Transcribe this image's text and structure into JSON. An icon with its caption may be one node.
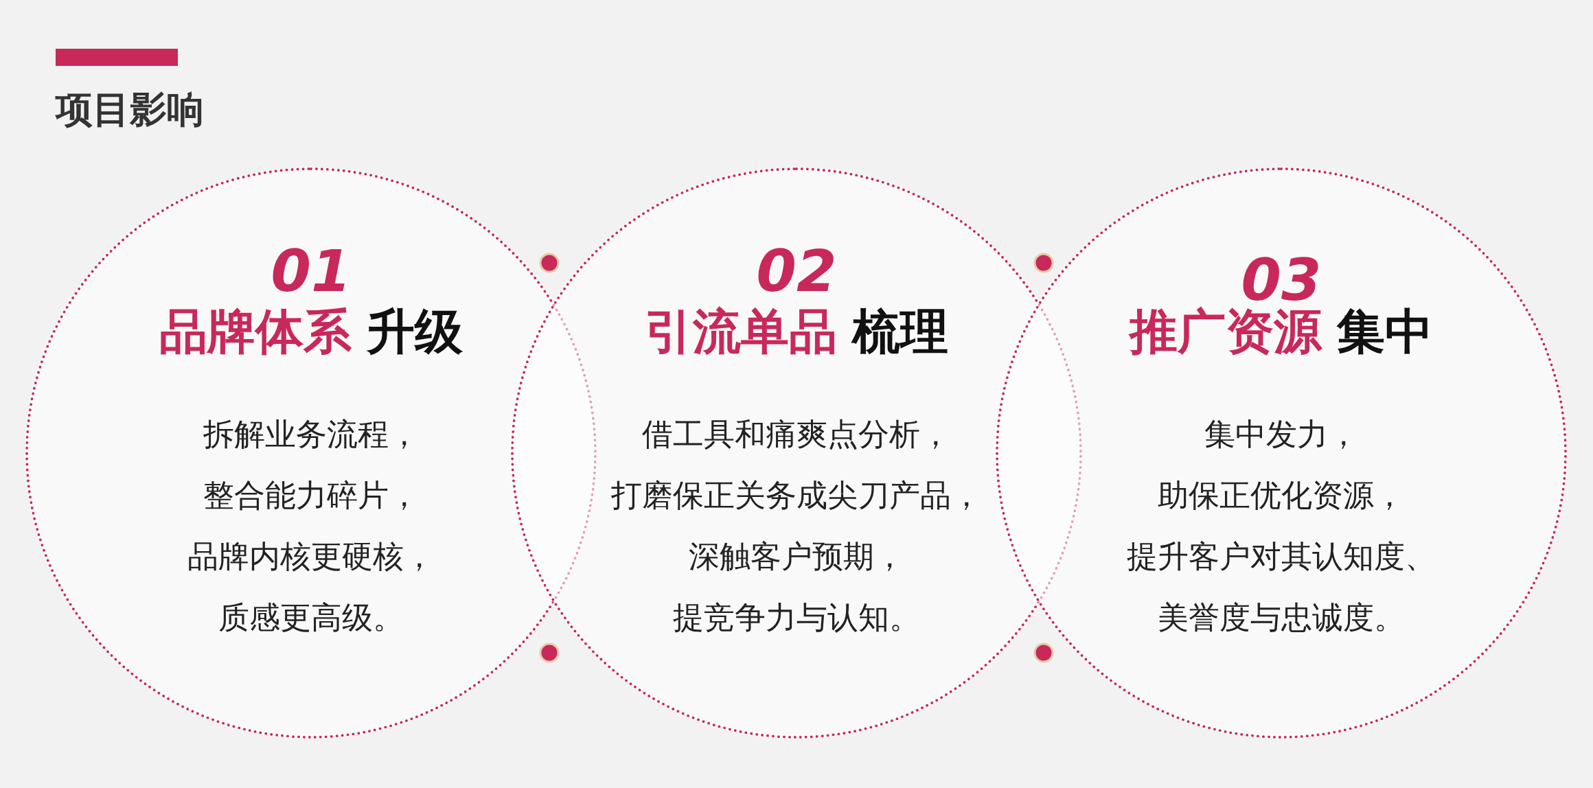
{
  "diagram": {
    "title": "项目影响",
    "nodes": [
      {
        "text": [
          "01",
          "品牌体系",
          "升级",
          "拆解业务流程，整合能力碎片，品牌内核更硬核，质感更高级。"
        ]
      },
      {
        "text": [
          "02",
          "引流单品",
          "梳理",
          "借工具和痛爽点分析，打磨保正关务成尖刀产品，深触客户预期，提竞争力与认知。"
        ]
      },
      {
        "text": [
          "03",
          "推广资源",
          "集中",
          "集中发力，助保正优化资源，提升客户对其认知度、美誉度与忠诚度。"
        ]
      }
    ]
  }
}
